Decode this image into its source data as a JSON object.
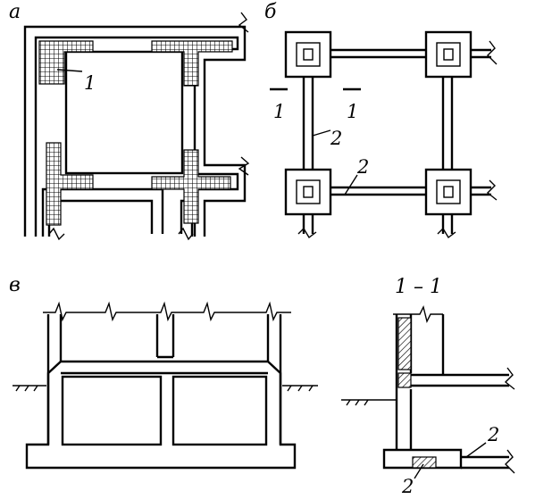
{
  "panels": {
    "a": "а",
    "b": "б",
    "v": "в",
    "section": "1 – 1"
  },
  "callouts": {
    "a_1": "1",
    "b_section_left": "1",
    "b_section_right": "1",
    "b_2_vertical": "2",
    "b_2_horizontal": "2",
    "section_2_upper": "2",
    "section_2_lower": "2"
  },
  "colors": {
    "ink": "#000000",
    "background": "#ffffff"
  }
}
